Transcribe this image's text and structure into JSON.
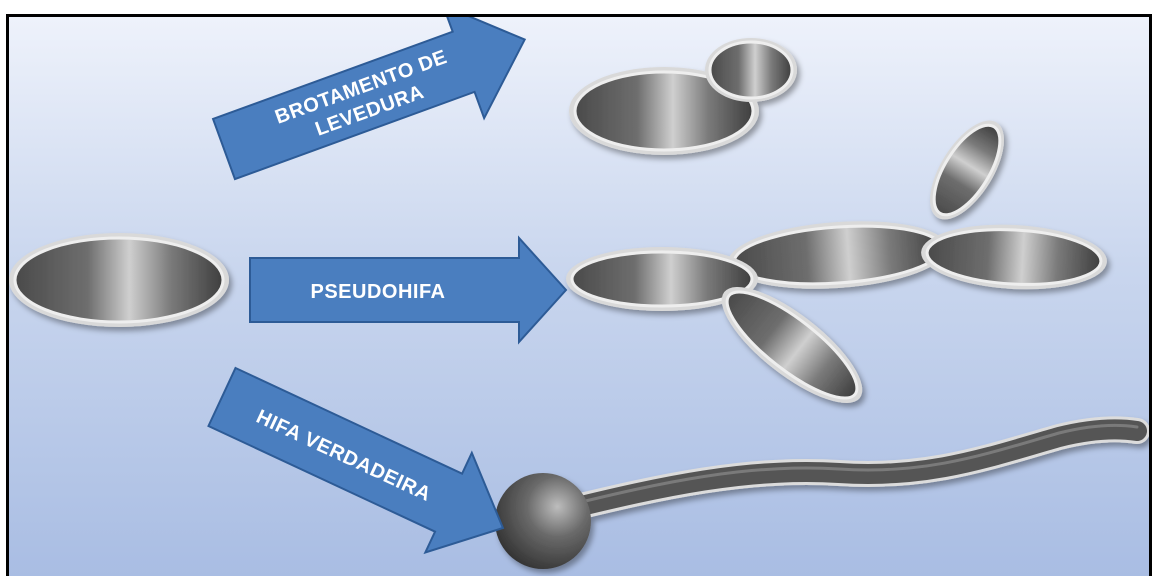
{
  "diagram": {
    "labels": {
      "budding": [
        "BROTAMENTO DE",
        "LEVEDURA"
      ],
      "pseudohyphae": "PSEUDOHIFA",
      "true_hyphae": "HIFA VERDADEIRA"
    },
    "colors": {
      "arrow_fill": "#4a7ebf",
      "arrow_stroke": "#2d5b96",
      "cell_dark": "#3a3a3a",
      "cell_light": "#c8c8c8",
      "background_top": "#eef2fb",
      "background_bottom": "#a9bde3"
    }
  }
}
